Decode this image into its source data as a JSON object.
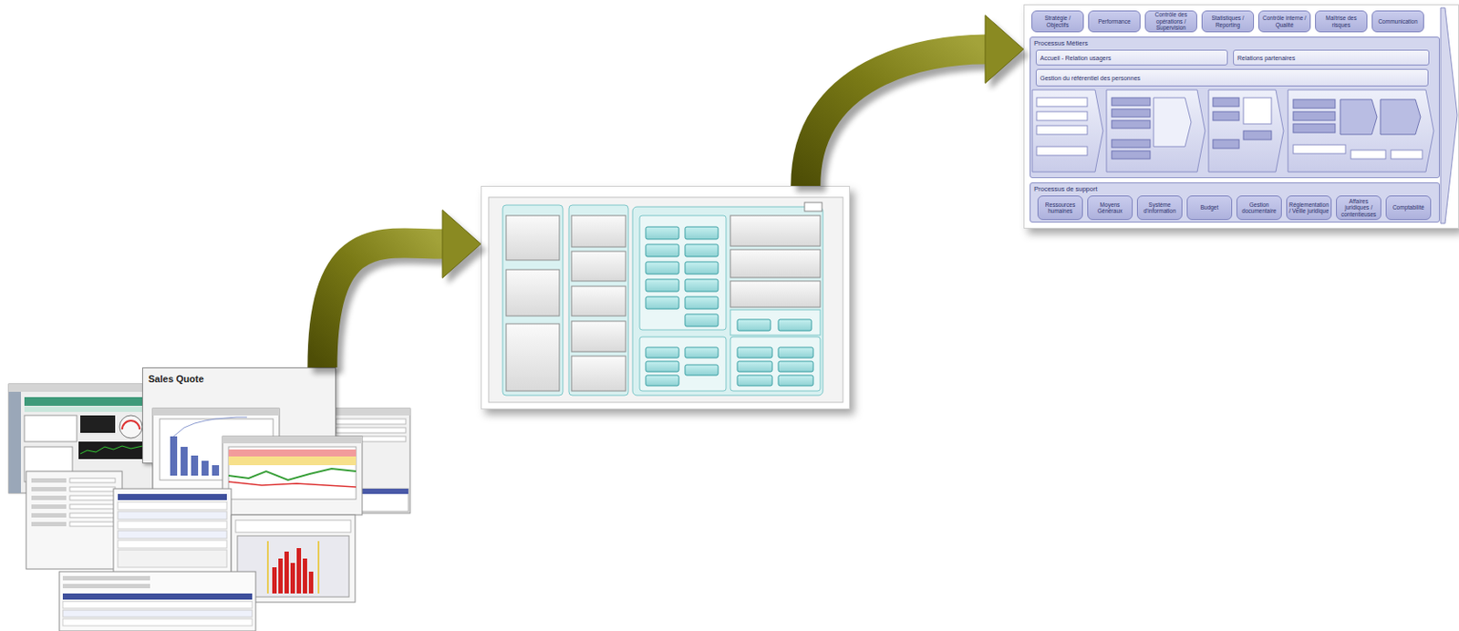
{
  "diagram": {
    "nodes": [
      {
        "text": [
          "Sales Quote"
        ]
      },
      {
        "text": []
      },
      {
        "text": []
      },
      {
        "text": [
          "Stratégie / Objectifs"
        ],
        "in": 2
      },
      {
        "text": [
          "Performance"
        ],
        "in": 2
      },
      {
        "text": [
          "Contrôle des opérations / Supervision"
        ],
        "in": 2
      },
      {
        "text": [
          "Statistiques / Reporting"
        ],
        "in": 2
      },
      {
        "text": [
          "Contrôle interne / Qualité"
        ],
        "in": 2
      },
      {
        "text": [
          "Maîtrise des risques"
        ],
        "in": 2
      },
      {
        "text": [
          "Communication"
        ],
        "in": 2
      },
      {
        "text": [
          "Processus Métiers"
        ],
        "in": 2
      },
      {
        "text": [
          "Accueil - Relation usagers"
        ],
        "in": 10
      },
      {
        "text": [
          "Relations partenaires"
        ],
        "in": 10
      },
      {
        "text": [
          "Gestion du référentiel des personnes"
        ],
        "in": 10
      },
      {
        "text": [
          "Processus de support"
        ],
        "in": 2
      },
      {
        "text": [
          "Ressources humaines"
        ],
        "in": 14
      },
      {
        "text": [
          "Moyens Généraux"
        ],
        "in": 14
      },
      {
        "text": [
          "Système d'information"
        ],
        "in": 14
      },
      {
        "text": [
          "Budget"
        ],
        "in": 14
      },
      {
        "text": [
          "Gestion documentaire"
        ],
        "in": 14
      },
      {
        "text": [
          "Réglementation / Veille juridique"
        ],
        "in": 14
      },
      {
        "text": [
          "Affaires juridiques / contentieuses"
        ],
        "in": 14
      },
      {
        "text": [
          "Comptabilité"
        ],
        "in": 14
      }
    ],
    "edges": [
      {
        "from": 0,
        "to": 1,
        "arrow": "to"
      },
      {
        "from": 1,
        "to": 2,
        "arrow": "to"
      }
    ]
  }
}
